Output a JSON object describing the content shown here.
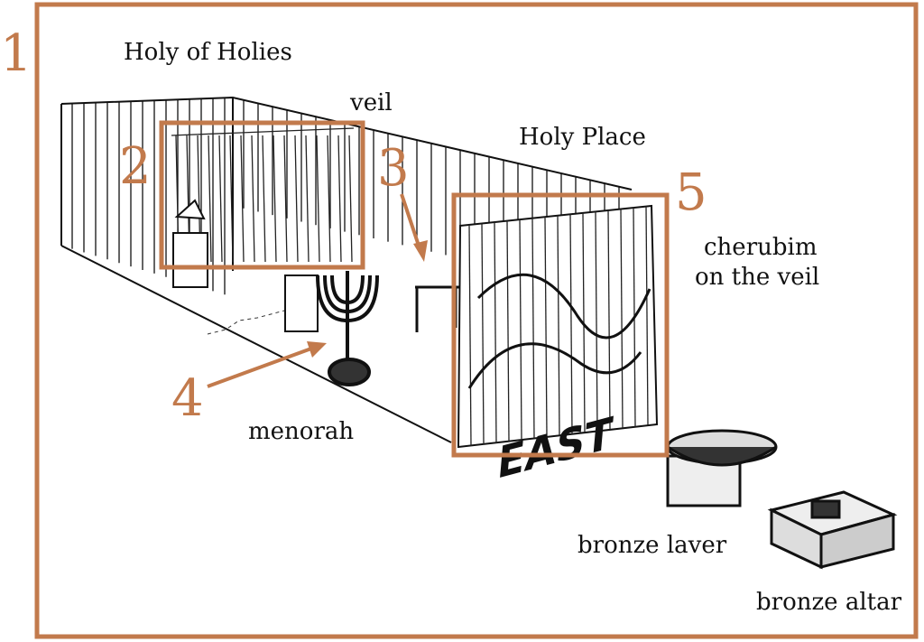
{
  "accent_color": "#c27a4c",
  "labels": {
    "holy_of_holies": "Holy of Holies",
    "veil": "veil",
    "holy_place": "Holy Place",
    "cherubim_line1": "cherubim",
    "cherubim_line2": "on the veil",
    "menorah": "menorah",
    "bronze_laver": "bronze laver",
    "bronze_altar": "bronze altar",
    "east": "EAST"
  },
  "markers": {
    "m1": "1",
    "m2": "2",
    "m3": "3",
    "m4": "4",
    "m5": "5"
  }
}
